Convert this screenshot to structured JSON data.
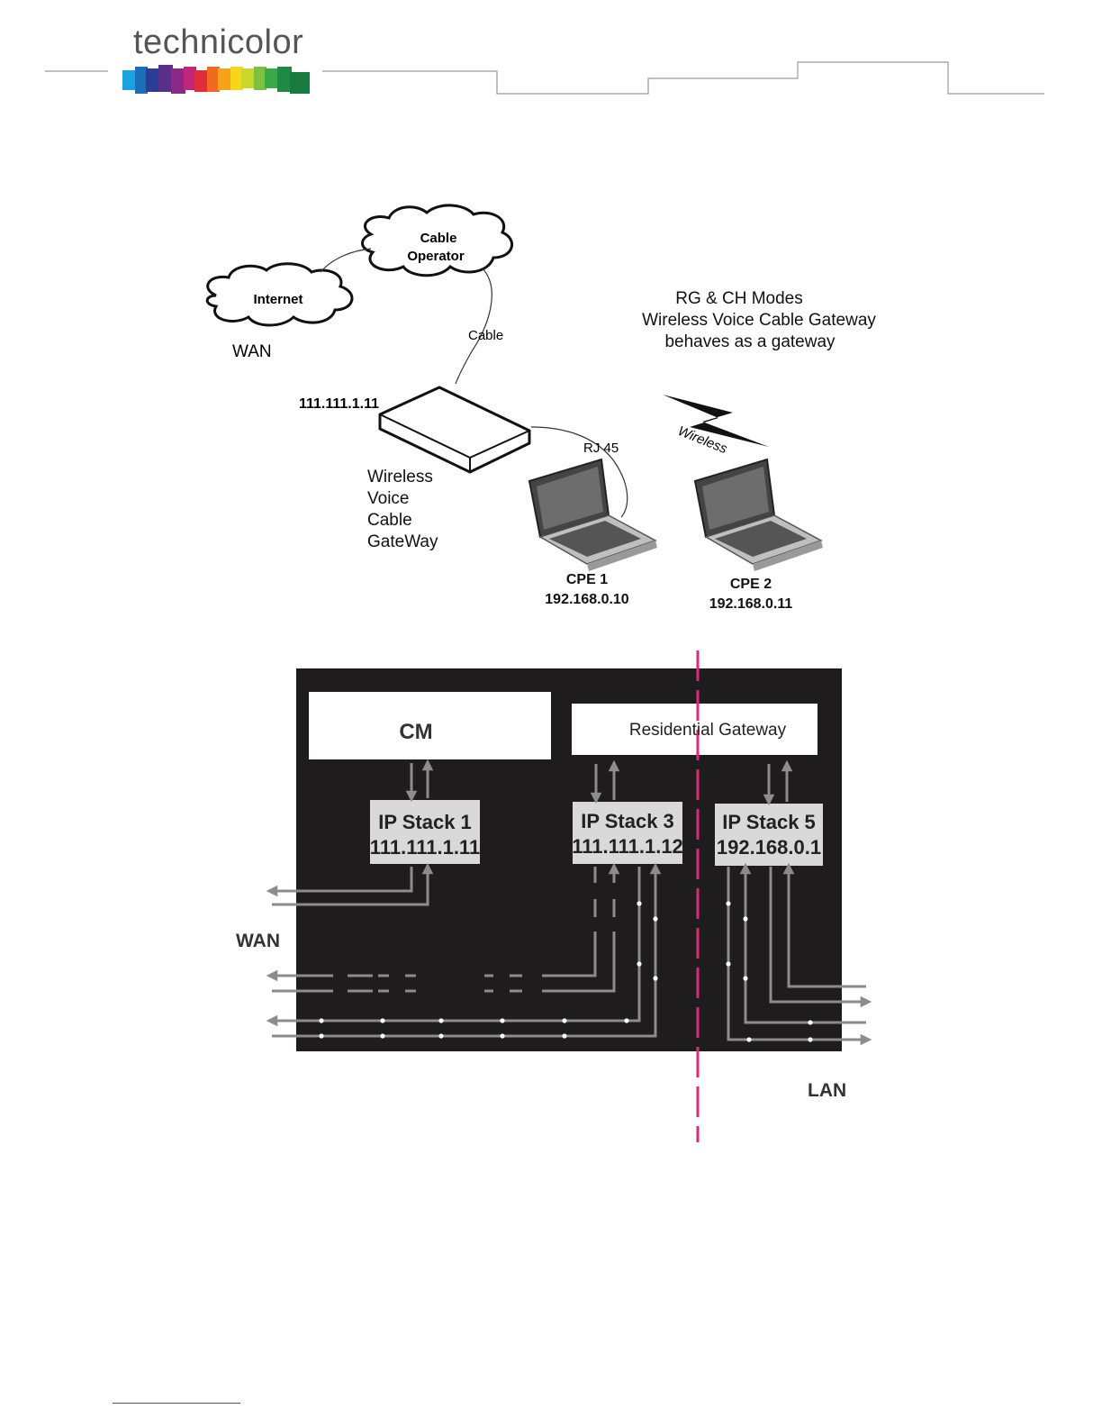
{
  "header": {
    "brand": "technicolor"
  },
  "topology": {
    "clouds": {
      "internet": "Internet",
      "operator_line1": "Cable",
      "operator_line2": "Operator"
    },
    "wan_label": "WAN",
    "cable_label": "Cable",
    "wan_ip": "111.111.1.11",
    "rj45_label": "RJ 45",
    "wireless_label": "Wireless",
    "gateway_label": [
      "Wireless",
      "Voice",
      "Cable",
      "GateWay"
    ],
    "modes": [
      "RG & CH Modes",
      "Wireless Voice Cable Gateway",
      "behaves as a gateway"
    ],
    "cpe1": {
      "name": "CPE 1",
      "ip": "192.168.0.10"
    },
    "cpe2": {
      "name": "CPE 2",
      "ip": "192.168.0.11"
    }
  },
  "stack_diagram": {
    "cm_label": "CM",
    "rg_label": "Residential Gateway",
    "stacks": [
      {
        "name": "IP Stack 1",
        "ip": "111.111.1.11"
      },
      {
        "name": "IP Stack 3",
        "ip": "111.111.1.12"
      },
      {
        "name": "IP Stack 5",
        "ip": "192.168.0.1"
      }
    ],
    "wan_label": "WAN",
    "lan_label": "LAN"
  },
  "colors": {
    "diagram_bg": "#1e1c1c",
    "arrow_gray": "#8c8c8c",
    "divider_magenta": "#e0287a",
    "stack_box": "#d9d9d9"
  }
}
